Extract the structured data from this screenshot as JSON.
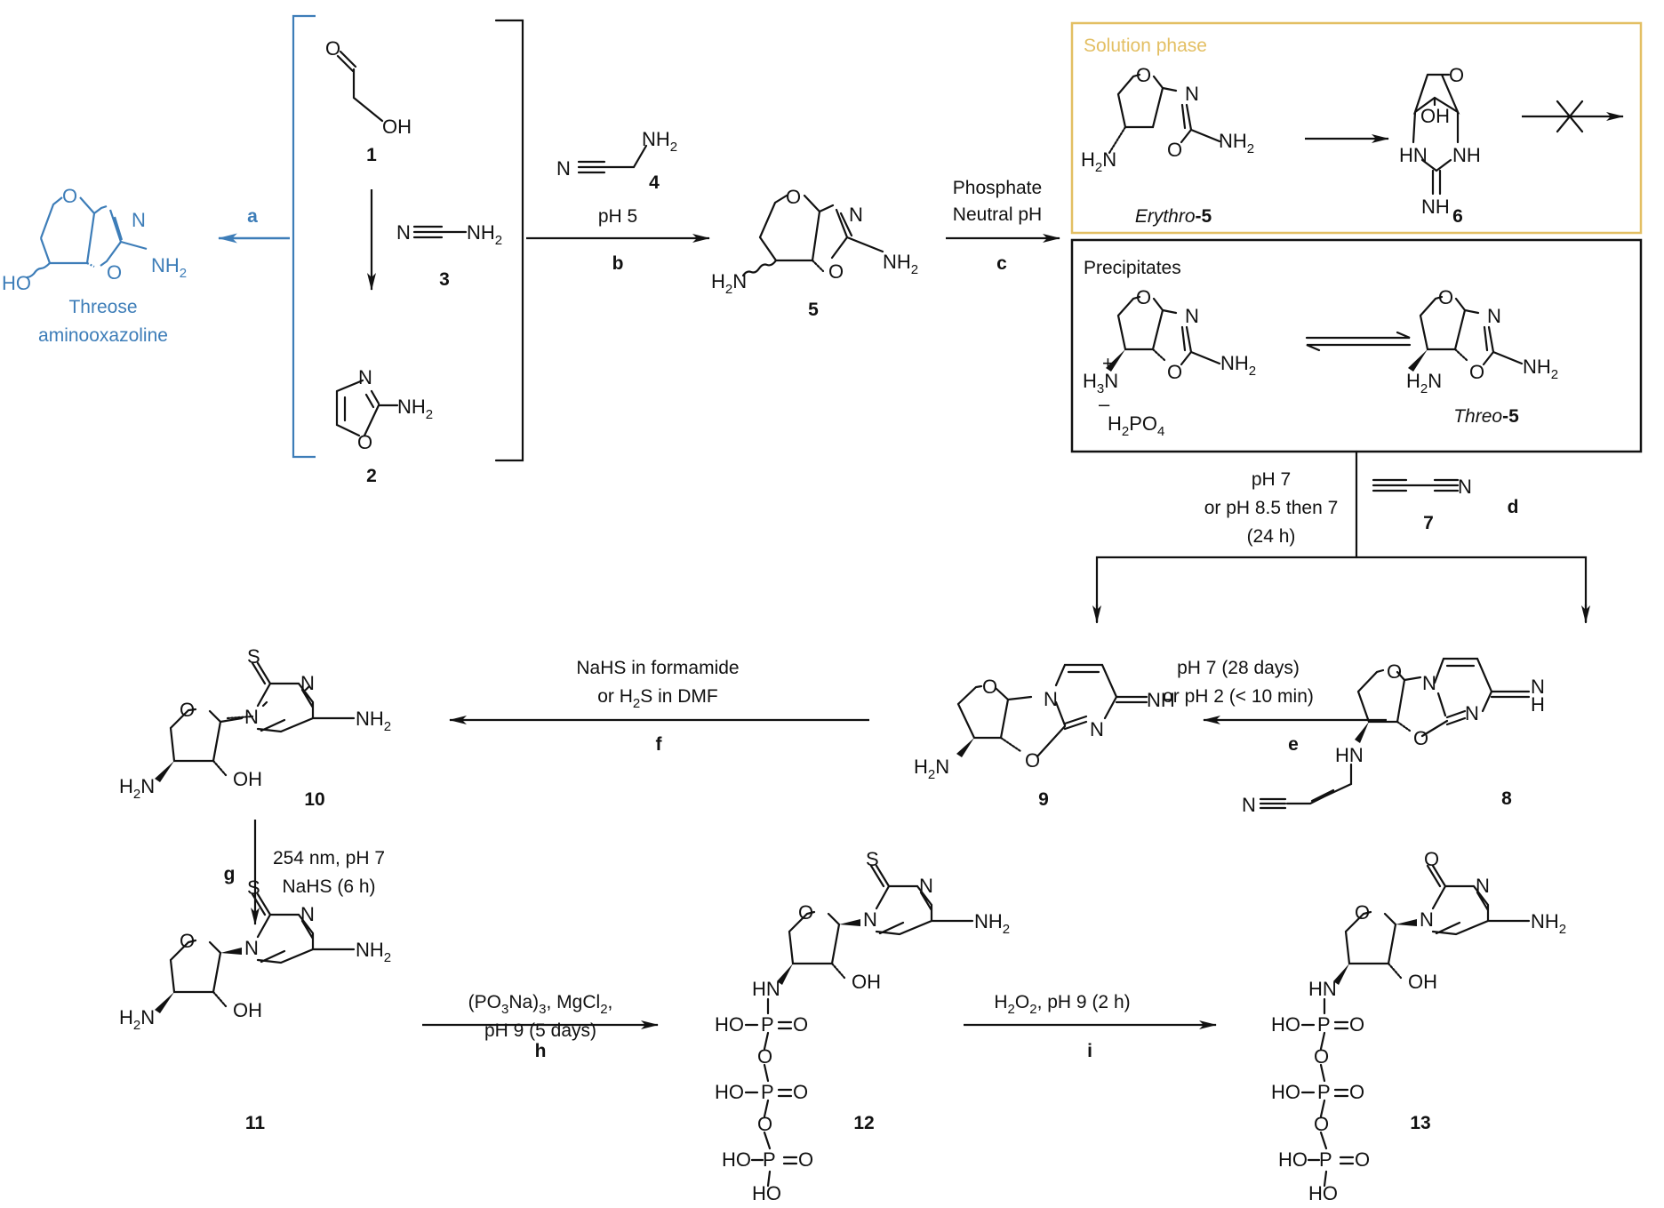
{
  "colors": {
    "ink": "#111111",
    "blue": "#3d7db8",
    "gold": "#e3bf63"
  },
  "threose_product": {
    "name_line1": "Threose",
    "name_line2": "aminooxazoline",
    "step": "a"
  },
  "compounds": {
    "c1": {
      "label": "1",
      "atoms": [
        "O",
        "OH"
      ]
    },
    "c2": {
      "label": "2",
      "atoms": [
        "N",
        "O",
        "NH2"
      ]
    },
    "c3": {
      "label": "3",
      "atoms": [
        "N",
        "NH2"
      ]
    },
    "c4": {
      "label": "4",
      "atoms": [
        "N",
        "NH2"
      ]
    },
    "c5": {
      "label": "5"
    },
    "erythro5": {
      "label_it": "Erythro",
      "label_num": "-5"
    },
    "c6": {
      "label": "6"
    },
    "threo5": {
      "label_it": "Threo",
      "label_num": "-5"
    },
    "c7": {
      "label": "7"
    },
    "c8": {
      "label": "8"
    },
    "c9": {
      "label": "9"
    },
    "c10": {
      "label": "10"
    },
    "c11": {
      "label": "11"
    },
    "c12": {
      "label": "12"
    },
    "c13": {
      "label": "13"
    }
  },
  "boxes": {
    "solution": "Solution phase",
    "precipitates": "Precipitates"
  },
  "counterion": "H2PO4",
  "steps": {
    "b": {
      "label": "b",
      "cond": [
        "pH 5"
      ]
    },
    "c": {
      "label": "c",
      "cond": [
        "Phosphate",
        "Neutral pH"
      ]
    },
    "d": {
      "label": "d",
      "cond": [
        "pH 7",
        "or pH 8.5 then 7",
        "(24 h)"
      ]
    },
    "e": {
      "label": "e",
      "cond": [
        "pH 7 (28 days)",
        "or pH 2 (< 10 min)"
      ]
    },
    "f": {
      "label": "f",
      "cond": [
        "NaHS in formamide",
        "or H2S in DMF"
      ]
    },
    "g": {
      "label": "g",
      "cond": [
        "254 nm, pH 7",
        "NaHS (6 h)"
      ]
    },
    "h": {
      "label": "h",
      "cond": [
        "(PO3Na)3, MgCl2,",
        "pH 9 (5 days)"
      ]
    },
    "i": {
      "label": "i",
      "cond": [
        "H2O2, pH 9 (2 h)"
      ]
    }
  },
  "atom_labels": {
    "O": "O",
    "N": "N",
    "NH": "NH",
    "HN": "HN",
    "NH2": "NH",
    "H2N": "H",
    "OH": "OH",
    "HO": "HO",
    "S": "S",
    "P": "P",
    "sub2": "2",
    "sub3": "3",
    "sub4": "4",
    "plus": "+",
    "minus": "–",
    "H": "H"
  }
}
